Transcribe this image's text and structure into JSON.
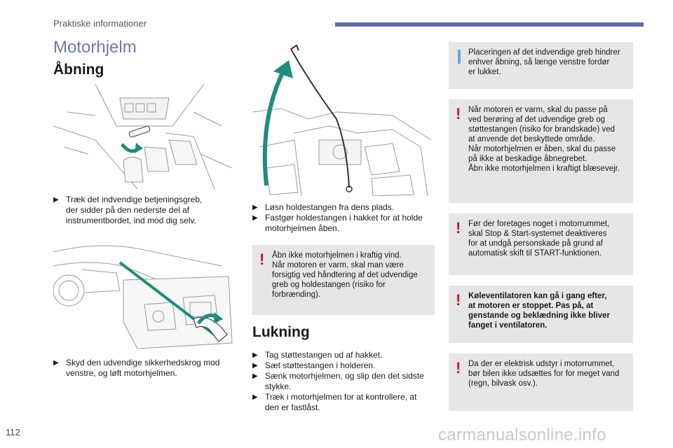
{
  "header": {
    "section": "Praktiske informationer",
    "bar_color": "#5a6fa6"
  },
  "title": "Motorhjelm",
  "opening": {
    "heading": "Åbning",
    "step_1": [
      "Træk det indvendige betjeningsgreb,",
      "der sidder på den nederste del af",
      "instrumentbordet, ind mod dig selv."
    ],
    "step_2": [
      "Skyd den udvendige sikkerhedskrog mod",
      "venstre, og løft motorhjelmen."
    ],
    "step_3": [
      "Løsn holdestangen fra dens plads."
    ],
    "step_4": [
      "Fastgør holdestangen i hakket for at holde",
      "motorhjelmen åben."
    ],
    "warning": [
      "Åbn ikke motorhjelmen i kraftig vind.",
      "Når motoren er varm, skal man være",
      "forsigtig ved håndtering af det udvendige",
      "greb og holdestangen (risiko for",
      "forbrænding)."
    ]
  },
  "closing": {
    "heading": "Lukning",
    "steps": [
      [
        "Tag støttestangen ud af hakket."
      ],
      [
        "Sæt støttestangen i holderen."
      ],
      [
        "Sænk motorhjelmen, og slip den det sidste",
        "stykke."
      ],
      [
        "Træk i motorhjelmen for at kontrollere, at",
        "den er fastlåst."
      ]
    ]
  },
  "notes": {
    "info": [
      "Placeringen af det indvendige greb hindrer",
      "enhver åbning, så længe venstre fordør",
      "er lukket."
    ],
    "warn_hot": [
      "Når motoren er varm, skal du passe på",
      "ved berøring af det udvendige greb og",
      "støttestangen (risiko for brandskade) ved",
      "at anvende det beskyttede område.",
      "Når motorhjelmen er åben, skal du passe",
      "på ikke at beskadige åbnegrebet.",
      "Åbn ikke motorhjelmen i kraftigt blæsevejr."
    ],
    "warn_stop_start": [
      "Før der foretages noget i motorrummet,",
      "skal Stop & Start-systemet deaktiveres",
      "for at undgå personskade på grund af",
      "automatisk skift til START-funktionen."
    ],
    "warn_fan": [
      "Køleventilatoren kan gå i gang efter,",
      "at motoren er stoppet. Pas på, at",
      "genstande og beklædning ikke bliver",
      "fanget i ventilatoren."
    ],
    "warn_electric": [
      "Da der er elektrisk udstyr i motorrummet,",
      "bør bilen ikke udsættes for for meget vand",
      "(regn, bilvask osv.)."
    ]
  },
  "page_number": "112",
  "watermark": "carmanualsonline.info",
  "icons": {
    "bullet": "arrow-bullet",
    "warning": "exclamation-warning",
    "info": "info-bar"
  },
  "colors": {
    "title": "#6b79b0",
    "warning": "#d9141b",
    "info": "#6fa3d9",
    "note_bg": "#e6e6e6",
    "arrow_teal": "#1e8c7e"
  }
}
